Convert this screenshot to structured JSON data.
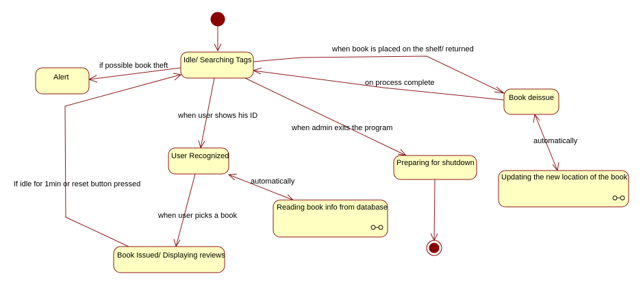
{
  "states": {
    "idle": "Idle/ Searching Tags",
    "alert": "Alert",
    "user_recognized": "User Recognized",
    "book_issued": "Book Issued/ Displaying reviews",
    "reading_book_info": "Reading book info from database",
    "preparing_shutdown": "Preparing for shutdown",
    "book_deissue": "Book deissue",
    "updating_location": "Updating the new location of the book"
  },
  "transitions": {
    "possible_theft": "if possible book theft",
    "placed_returned": "when book is placed on the shelf/ returned",
    "process_complete": "on process complete",
    "shows_id": "when user shows his ID",
    "admin_exits": "when admin exits the program",
    "auto_reading": "automatically",
    "idle_reset": "If idle for  1min or reset button pressed",
    "picks_book": "when user picks a book",
    "auto_updating": "automatically"
  },
  "colors": {
    "state_fill": "#ffffc1",
    "line": "#8b1a1a",
    "pseudo_state": "#8b0000"
  }
}
